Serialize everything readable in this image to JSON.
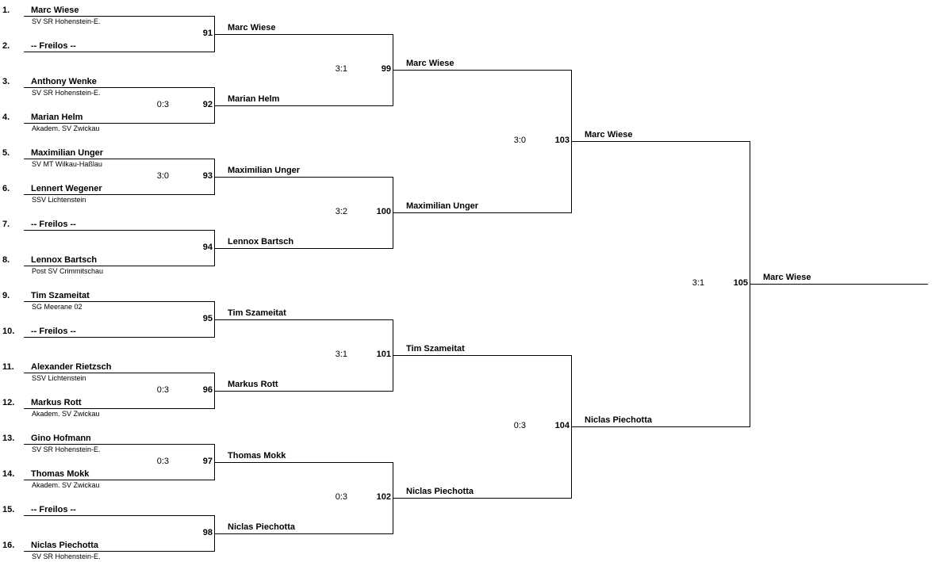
{
  "entries": [
    {
      "seed": "1.",
      "name": "Marc Wiese",
      "club": "SV SR Hohenstein-E."
    },
    {
      "seed": "2.",
      "name": "-- Freilos --",
      "club": ""
    },
    {
      "seed": "3.",
      "name": "Anthony Wenke",
      "club": "SV SR Hohenstein-E."
    },
    {
      "seed": "4.",
      "name": "Marian Helm",
      "club": "Akadem. SV Zwickau"
    },
    {
      "seed": "5.",
      "name": "Maximilian Unger",
      "club": "SV MT Wilkau-Haßlau"
    },
    {
      "seed": "6.",
      "name": "Lennert Wegener",
      "club": "SSV Lichtenstein"
    },
    {
      "seed": "7.",
      "name": "-- Freilos --",
      "club": ""
    },
    {
      "seed": "8.",
      "name": "Lennox Bartsch",
      "club": "Post SV Crimmitschau"
    },
    {
      "seed": "9.",
      "name": "Tim Szameitat",
      "club": "SG Meerane 02"
    },
    {
      "seed": "10.",
      "name": "-- Freilos --",
      "club": ""
    },
    {
      "seed": "11.",
      "name": "Alexander Rietzsch",
      "club": "SSV Lichtenstein"
    },
    {
      "seed": "12.",
      "name": "Markus Rott",
      "club": "Akadem. SV Zwickau"
    },
    {
      "seed": "13.",
      "name": "Gino Hofmann",
      "club": "SV SR Hohenstein-E."
    },
    {
      "seed": "14.",
      "name": "Thomas Mokk",
      "club": "Akadem. SV Zwickau"
    },
    {
      "seed": "15.",
      "name": "-- Freilos --",
      "club": ""
    },
    {
      "seed": "16.",
      "name": "Niclas Piechotta",
      "club": "SV SR Hohenstein-E."
    }
  ],
  "rounds": [
    [
      {
        "match": "91",
        "score": "",
        "winner": "Marc Wiese"
      },
      {
        "match": "92",
        "score": "0:3",
        "winner": "Marian Helm"
      },
      {
        "match": "93",
        "score": "3:0",
        "winner": "Maximilian Unger"
      },
      {
        "match": "94",
        "score": "",
        "winner": "Lennox Bartsch"
      },
      {
        "match": "95",
        "score": "",
        "winner": "Tim Szameitat"
      },
      {
        "match": "96",
        "score": "0:3",
        "winner": "Markus Rott"
      },
      {
        "match": "97",
        "score": "0:3",
        "winner": "Thomas Mokk"
      },
      {
        "match": "98",
        "score": "",
        "winner": "Niclas Piechotta"
      }
    ],
    [
      {
        "match": "99",
        "score": "3:1",
        "winner": "Marc Wiese"
      },
      {
        "match": "100",
        "score": "3:2",
        "winner": "Maximilian Unger"
      },
      {
        "match": "101",
        "score": "3:1",
        "winner": "Tim Szameitat"
      },
      {
        "match": "102",
        "score": "0:3",
        "winner": "Niclas Piechotta"
      }
    ],
    [
      {
        "match": "103",
        "score": "3:0",
        "winner": "Marc Wiese"
      },
      {
        "match": "104",
        "score": "0:3",
        "winner": "Niclas Piechotta"
      }
    ],
    [
      {
        "match": "105",
        "score": "3:1",
        "winner": "Marc Wiese"
      }
    ]
  ]
}
